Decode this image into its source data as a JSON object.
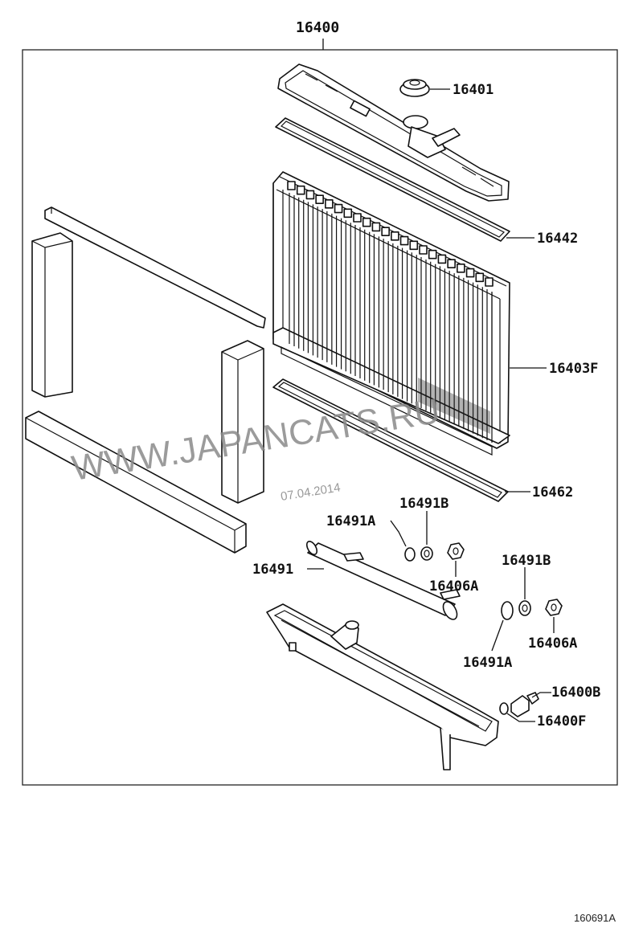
{
  "assembly_number": "16400",
  "parts": {
    "cap": "16401",
    "upper_gasket": "16442",
    "core": "16403F",
    "lower_gasket": "16462",
    "pipe": "16491",
    "oring_upper": "16491A",
    "washer_upper": "16491B",
    "nut_upper": "16406A",
    "washer_lower": "16491B",
    "nut_lower": "16406A",
    "oring_lower": "16491A",
    "drain_cock": "16400B",
    "drain_oring": "16400F"
  },
  "watermark": "WWW.JAPANCATS.RU",
  "watermark_date": "07.04.2014",
  "diagram_code": "160691A"
}
